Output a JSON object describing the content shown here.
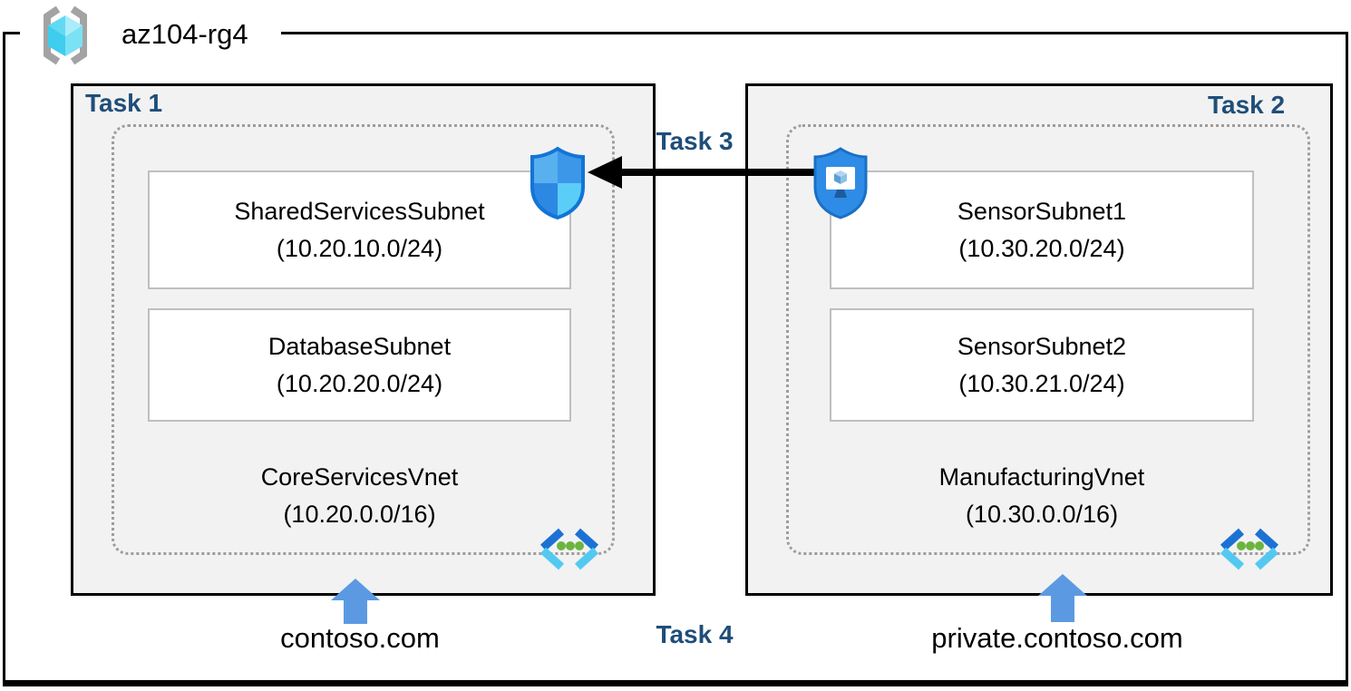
{
  "header": {
    "resource_group_name": "az104-rg4",
    "icon": "resource-group-icon"
  },
  "left_box": {
    "task_label": "Task 1",
    "vnet": {
      "name": "CoreServicesVnet",
      "cidr": "(10.20.0.0/16)"
    },
    "subnets": [
      {
        "name": "SharedServicesSubnet",
        "cidr": "(10.20.10.0/24)"
      },
      {
        "name": "DatabaseSubnet",
        "cidr": "(10.20.20.0/24)"
      }
    ],
    "dns_label": "contoso.com",
    "icons": [
      "nsg-shield-icon",
      "virtual-network-icon"
    ]
  },
  "right_box": {
    "task_label": "Task 2",
    "vnet": {
      "name": "ManufacturingVnet",
      "cidr": "(10.30.0.0/16)"
    },
    "subnets": [
      {
        "name": "SensorSubnet1",
        "cidr": "(10.30.20.0/24)"
      },
      {
        "name": "SensorSubnet2",
        "cidr": "(10.30.21.0/24)"
      }
    ],
    "dns_label": "private.contoso.com",
    "icons": [
      "bastion-icon",
      "virtual-network-icon"
    ]
  },
  "annotations": {
    "task3_label": "Task 3",
    "task4_label": "Task 4",
    "task3_arrow": "black arrow from bastion-icon to nsg-shield-icon pointing left",
    "dns_arrows": "blue up-arrows pointing from dns labels into each task box"
  },
  "colors": {
    "task_label_blue": "#1f4e79",
    "box_fill": "#f2f2f2",
    "box_border": "#000000",
    "dashed_border": "#9d9d9d",
    "subnet_border": "#bfbfbf",
    "dns_arrow_blue": "#5b9ae2",
    "azure_blue": "#2e8ce6",
    "azure_cyan": "#53c9f1",
    "vnet_dot_green": "#6cb440"
  }
}
